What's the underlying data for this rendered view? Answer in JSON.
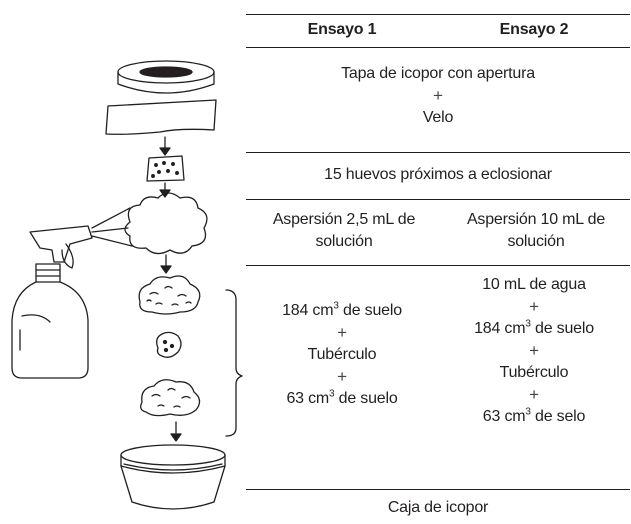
{
  "table": {
    "header": {
      "col1": "Ensayo 1",
      "col2": "Ensayo 2"
    },
    "row_tapa": {
      "line1": "Tapa de icopor con apertura",
      "plus": "+",
      "line2": "Velo"
    },
    "row_huevos": {
      "text": "15 huevos próximos a eclosionar"
    },
    "row_aspersion": {
      "col1": "Aspersión 2,5 mL de solución",
      "col2": "Aspersión 10 mL de solución"
    },
    "row_suelo": {
      "col1": {
        "a_pre": "184 cm",
        "a_sup": "3",
        "a_post": " de suelo",
        "plus1": "+",
        "b": "Tubérculo",
        "plus2": "+",
        "c_pre": "63 cm",
        "c_sup": "3",
        "c_post": " de suelo"
      },
      "col2": {
        "a": "10 mL de agua",
        "plus1": "+",
        "b_pre": "184 cm",
        "b_sup": "3",
        "b_post": " de suelo",
        "plus2": "+",
        "c": "Tubérculo",
        "plus3": "+",
        "d_pre": "63 cm",
        "d_sup": "3",
        "d_post": " de selo"
      }
    },
    "row_caja": {
      "text": "Caja de icopor"
    }
  }
}
